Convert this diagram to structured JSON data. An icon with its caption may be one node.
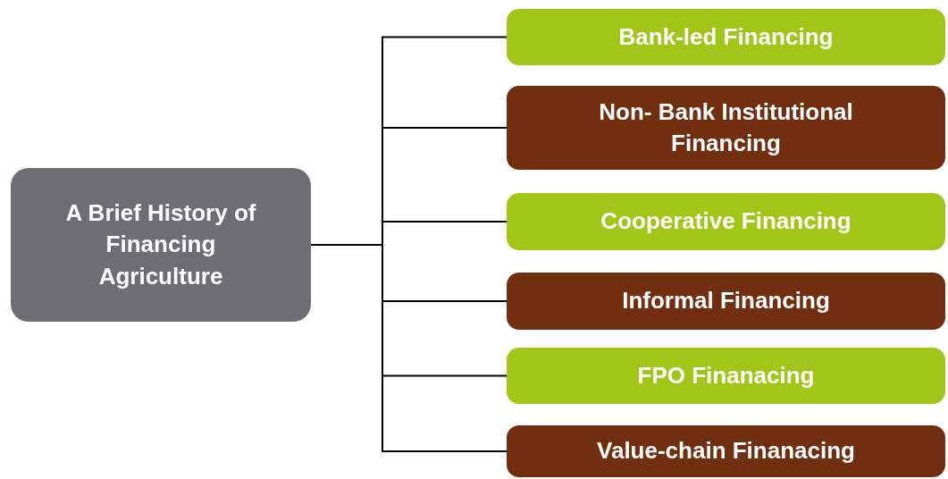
{
  "diagram": {
    "nodes": [
      {
        "text": [
          "A Brief History of Financing Agriculture"
        ]
      },
      {
        "text": [
          "Bank-led Financing"
        ]
      },
      {
        "text": [
          "Non- Bank Institutional Financing"
        ]
      },
      {
        "text": [
          "Cooperative Financing"
        ]
      },
      {
        "text": [
          "Informal Financing"
        ]
      },
      {
        "text": [
          "FPO Finanacing"
        ]
      },
      {
        "text": [
          "Value-chain Finanacing"
        ]
      }
    ],
    "edges": [
      {
        "from": 0,
        "to": 1,
        "arrow": "none"
      },
      {
        "from": 0,
        "to": 2,
        "arrow": "none"
      },
      {
        "from": 0,
        "to": 3,
        "arrow": "none"
      },
      {
        "from": 0,
        "to": 4,
        "arrow": "none"
      },
      {
        "from": 0,
        "to": 5,
        "arrow": "none"
      },
      {
        "from": 0,
        "to": 6,
        "arrow": "none"
      }
    ]
  }
}
